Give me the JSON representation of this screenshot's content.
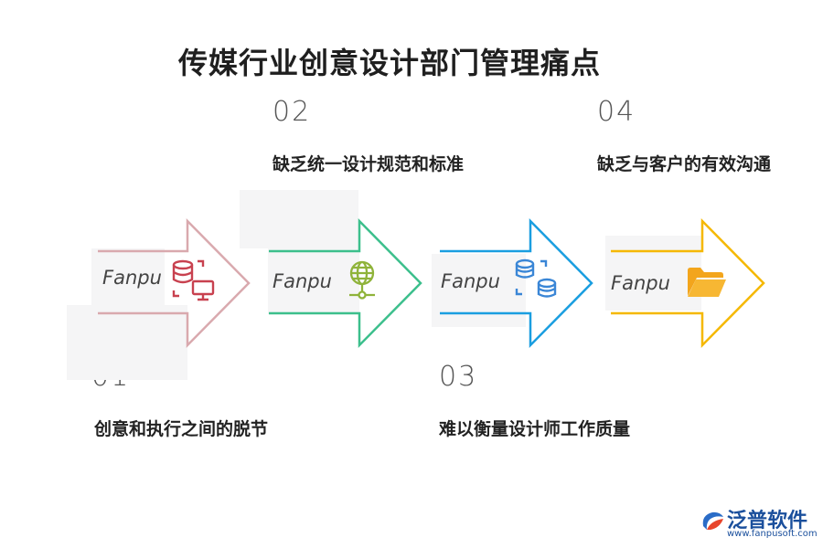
{
  "title": "传媒行业创意设计部门管理痛点",
  "steps": [
    {
      "num": "01",
      "label": "创意和执行之间的脱节",
      "color": "#d9a9ae",
      "icon": "database-monitor-icon"
    },
    {
      "num": "02",
      "label": "缺乏统一设计规范和标准",
      "color": "#3cbf8c",
      "icon": "globe-network-icon"
    },
    {
      "num": "03",
      "label": "难以衡量设计师工作质量",
      "color": "#1a9ee0",
      "icon": "database-sync-icon"
    },
    {
      "num": "04",
      "label": "缺乏与客户的有效沟通",
      "color": "#f5b800",
      "icon": "folder-icon"
    }
  ],
  "watermark": "Fanpu",
  "logo": {
    "name": "泛普软件",
    "url": "www.fanpusoft.com"
  }
}
